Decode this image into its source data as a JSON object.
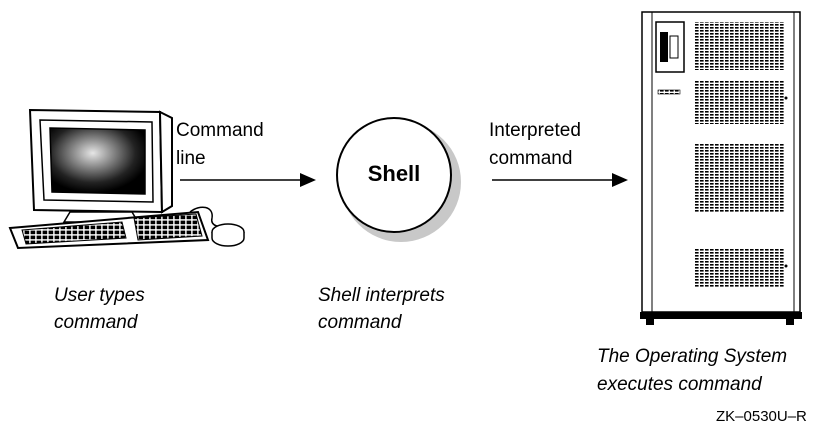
{
  "figure": {
    "edge_1": {
      "label_line1": "Command",
      "label_line2": "line"
    },
    "edge_2": {
      "label_line1": "Interpreted",
      "label_line2": "command"
    },
    "shell_node": {
      "label": "Shell"
    },
    "captions": {
      "user": {
        "line1": "User types",
        "line2": "command"
      },
      "shell": {
        "line1": "Shell interprets",
        "line2": "command"
      },
      "os": {
        "line1": "The Operating System",
        "line2": "executes command"
      }
    },
    "figure_code": "ZK–0530U–R"
  },
  "colors": {
    "stroke": "#000000",
    "shell_shadow": "#c8c8c8",
    "screen_dark": "#111111",
    "cabinet_fill": "#ffffff"
  },
  "icons": [
    "workstation-icon",
    "server-cabinet-icon"
  ]
}
